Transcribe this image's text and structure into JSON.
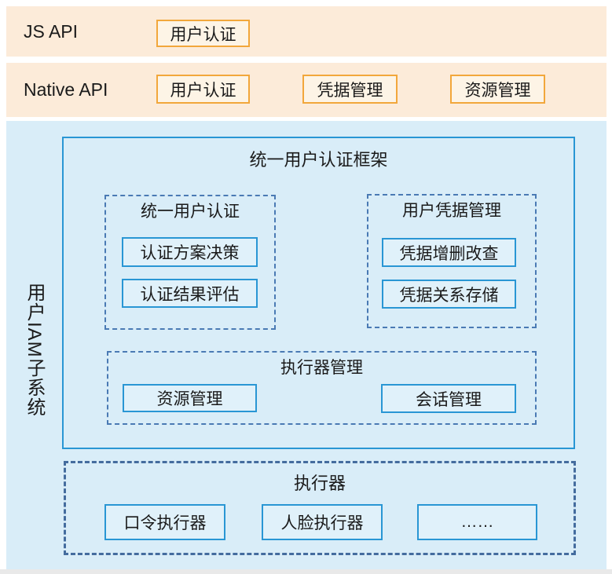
{
  "bands": {
    "js_api": {
      "label": "JS API",
      "box": "用户认证"
    },
    "native_api": {
      "label": "Native API",
      "boxes": [
        "用户认证",
        "凭据管理",
        "资源管理"
      ]
    }
  },
  "subsystem": {
    "label": "用户IAM子系统",
    "framework": {
      "title": "统一用户认证框架",
      "groups": [
        {
          "title": "统一用户认证",
          "items": [
            "认证方案决策",
            "认证结果评估"
          ]
        },
        {
          "title": "用户凭据管理",
          "items": [
            "凭据增删改查",
            "凭据关系存储"
          ]
        },
        {
          "title": "执行器管理",
          "items": [
            "资源管理",
            "会话管理"
          ]
        }
      ]
    },
    "executor": {
      "title": "执行器",
      "items": [
        "口令执行器",
        "人脸执行器",
        "……"
      ]
    }
  },
  "colors": {
    "band_bg": "#fcebd9",
    "band_box_border": "#f2a73b",
    "band_box_fill": "#fdf4e6",
    "panel_bg": "#d9edf8",
    "solid_border": "#2996d4",
    "item_fill": "#e0f1fa",
    "dashed_border": "#4a7ab4",
    "executor_border": "#446c9e",
    "text": "#1a1a1a"
  }
}
